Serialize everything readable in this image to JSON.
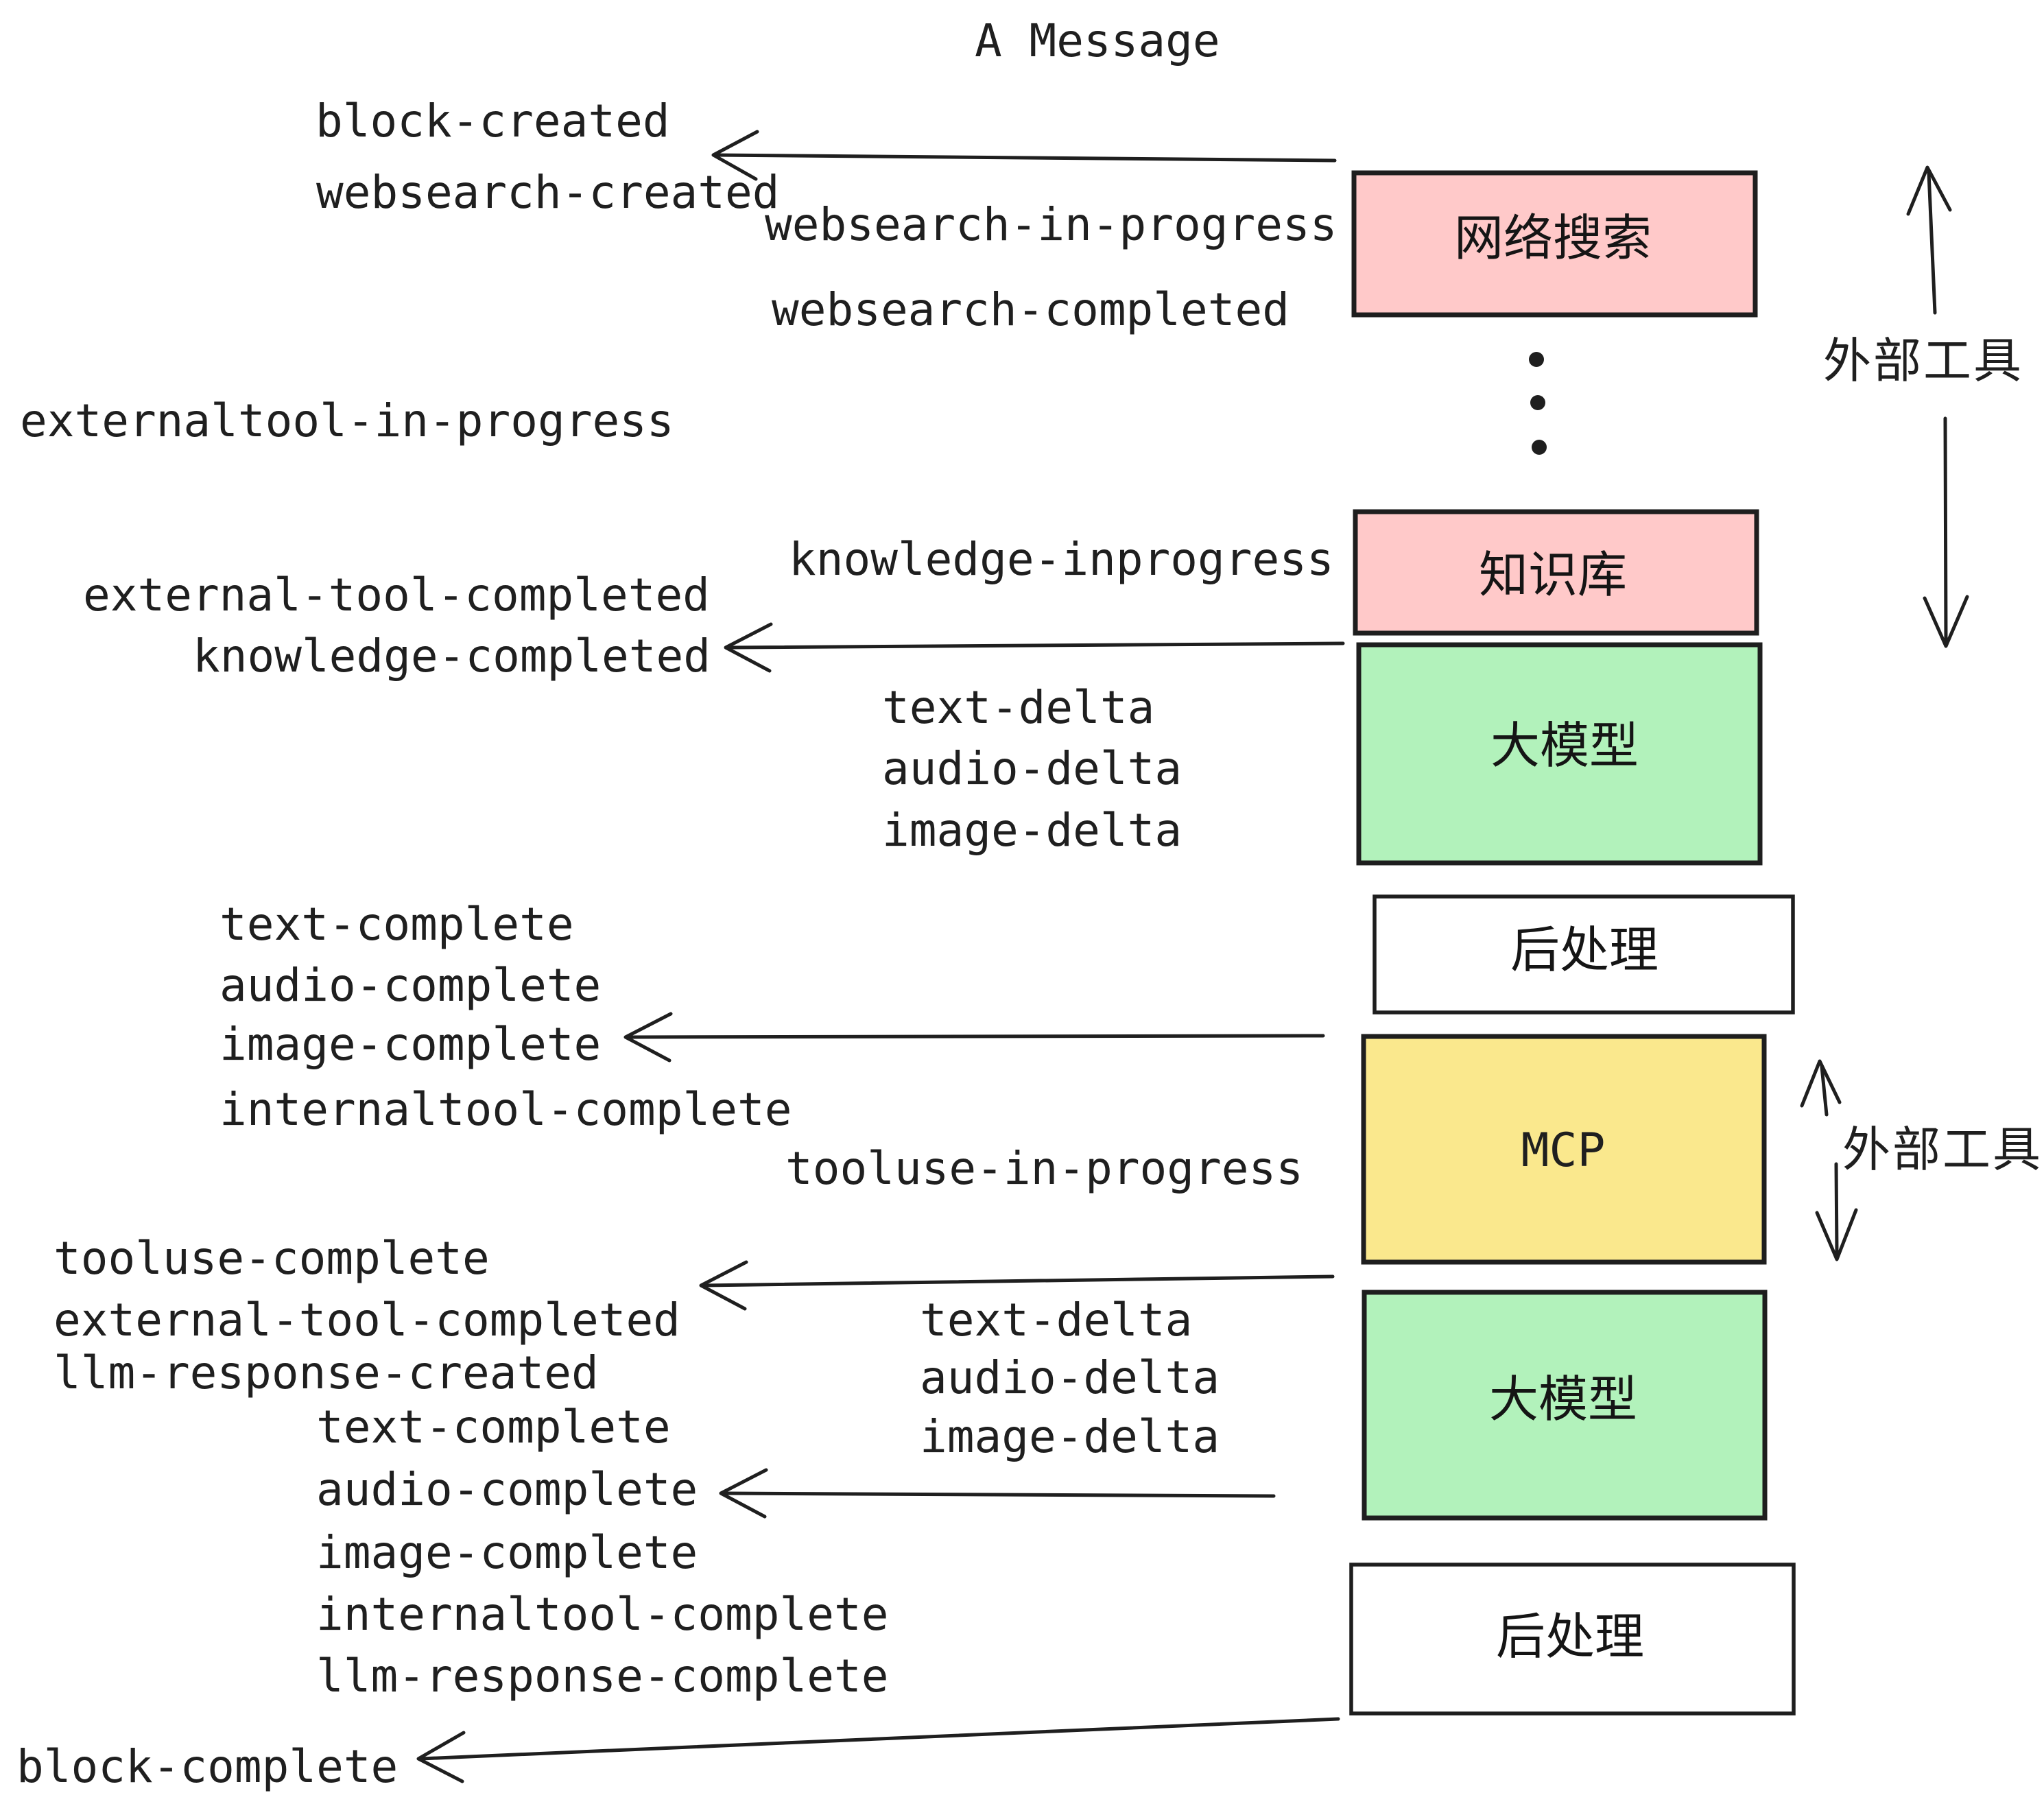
{
  "title": "A Message",
  "palette": {
    "ink": "#1f1f1f",
    "border": "#1e1e1e",
    "pink": "#ffc9c9",
    "green": "#b2f2bb",
    "yellow": "#fae88d",
    "white": "#ffffff"
  },
  "boxes": {
    "websearch": "网络搜索",
    "knowledge": "知识库",
    "llm": "大模型",
    "post": "后处理",
    "mcp": "MCP"
  },
  "side_labels": {
    "top": "外部工具",
    "bottom": "外部工具"
  },
  "events": {
    "block_created": "block-created",
    "websearch_created": "websearch-created",
    "websearch_in_progress": "websearch-in-progress",
    "websearch_completed": "websearch-completed",
    "externaltool_in_progress": "externaltool-in-progress",
    "knowledge_inprogress": "knowledge-inprogress",
    "external_tool_completed": "external-tool-completed",
    "knowledge_completed": "knowledge-completed",
    "text_delta": "text-delta",
    "audio_delta": "audio-delta",
    "image_delta": "image-delta",
    "text_complete": "text-complete",
    "audio_complete": "audio-complete",
    "image_complete": "image-complete",
    "internaltool_complete": "internaltool-complete",
    "tooluse_in_progress": "tooluse-in-progress",
    "tooluse_complete": "tooluse-complete",
    "llm_response_created": "llm-response-created",
    "llm_response_complete": "llm-response-complete",
    "block_complete": "block-complete"
  }
}
